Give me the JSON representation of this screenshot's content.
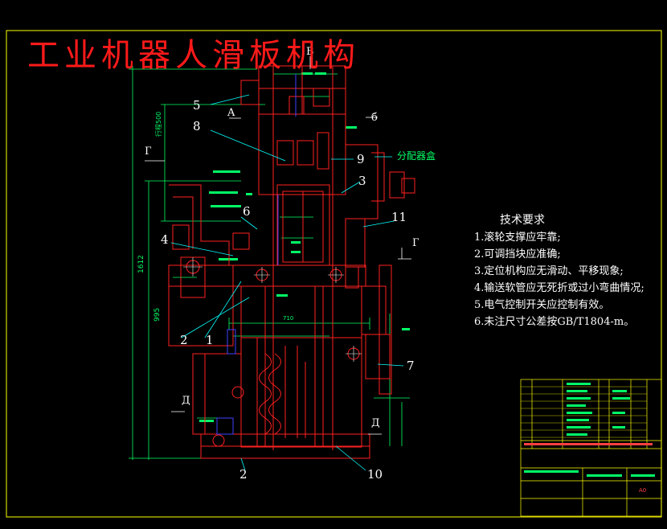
{
  "title": "工业机器人滑板机构",
  "tech_requirements": {
    "heading": "技术要求",
    "items": [
      "1.滚轮支撑应牢靠;",
      "2.可调挡块应准确;",
      "3.定位机构应无滑动、平移现象;",
      "4.输送软管应无死折或过小弯曲情况;",
      "5.电气控制开关应控制有效。",
      "6.未注尺寸公差按GB/T1804-m。"
    ]
  },
  "part_labels": [
    "1",
    "2",
    "2",
    "3",
    "4",
    "5",
    "6",
    "7",
    "8",
    "9",
    "10",
    "11"
  ],
  "view_labels": {
    "a": "A",
    "b": "B",
    "b_ru": "б",
    "g1": "Г",
    "g2": "Г",
    "d1": "Д",
    "d2": "Д"
  },
  "annotation": "分配器盒",
  "dimensions": {
    "total_height": "1612",
    "lower_height": "995",
    "stroke": "行程500",
    "width": "710"
  },
  "title_block": {
    "scale": "A0"
  },
  "colors": {
    "frame": "#ffff00",
    "title": "#ff1a1a",
    "part": "#ff2020",
    "dim": "#00ff66",
    "leader": "#00ffff",
    "text": "#ffffff",
    "blue": "#4040ff"
  }
}
